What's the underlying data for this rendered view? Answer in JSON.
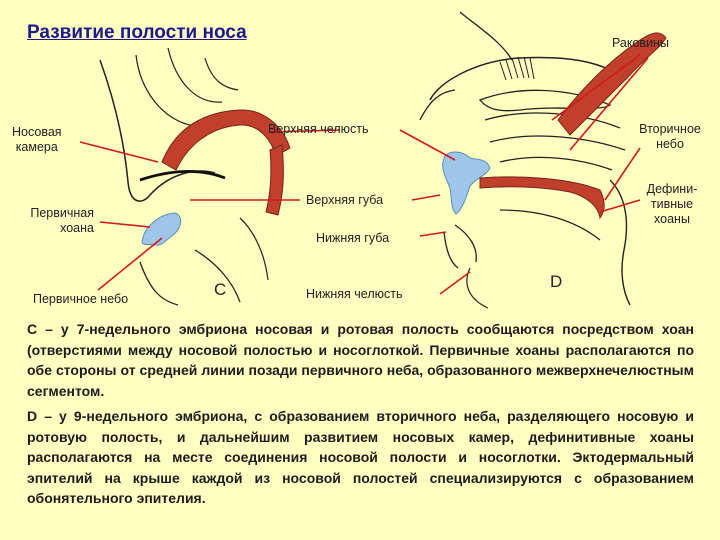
{
  "title": "Развитие полости носа",
  "figure_c": {
    "letter": "С",
    "labels": {
      "nasal_chamber": [
        "Носовая",
        "камера"
      ],
      "primary_choana": [
        "Первичная",
        "хоана"
      ],
      "primary_palate": "Первичное небо"
    }
  },
  "figure_d": {
    "letter": "D",
    "labels": {
      "conchae": "Раковины",
      "secondary_palate": [
        "Вторичное",
        "небо"
      ],
      "definitive_choanae": [
        "Дефини-",
        "тивные",
        "хоаны"
      ]
    }
  },
  "shared_labels": {
    "upper_jaw": "Верхняя челюсть",
    "upper_lip": "Верхняя губа",
    "lower_lip": "Нижняя губа",
    "lower_jaw": "Нижняя челюсть"
  },
  "text": {
    "para_c": "С – у 7-недельного эмбриона носовая и ротовая полость сообщаются посредством хоан (отверстиями между носовой полостью и носоглоткой. Первичные хоаны располагаются по обе стороны от средней линии позади первичного неба, образованного межверхнечелюстным сегментом.",
    "para_d": "D – у 9-недельного эмбриона, с образованием вторичного неба, разделяющего носовую и ротовую полость, и дальнейшим развитием носовых камер, дефинитивные хоаны располагаются на месте соединения носовой полости и носоглотки. Эктодермальный эпителий на крыше каждой из носовой полостей специализируются с образованием обонятельного эпителия."
  },
  "colors": {
    "background": "#FFFFC2",
    "title": "#1A1A8C",
    "bone": "#C0402B",
    "choana": "#9DC6E8",
    "pointer_line": "#D11A1A"
  }
}
